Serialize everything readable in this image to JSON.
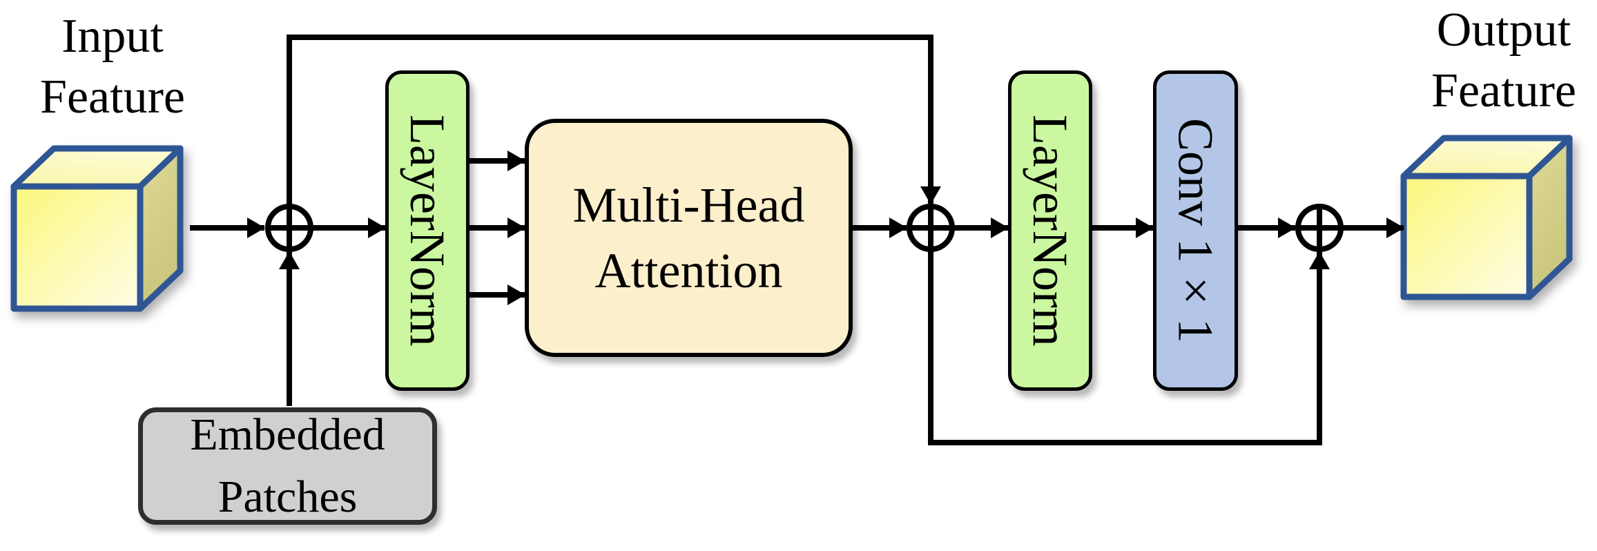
{
  "diagram": {
    "input_label": {
      "line1": "Input",
      "line2": "Feature"
    },
    "output_label": {
      "line1": "Output",
      "line2": "Feature"
    },
    "blocks": {
      "layernorm1": {
        "label": "LayerNorm"
      },
      "mha": {
        "line1": "Multi-Head",
        "line2": "Attention"
      },
      "layernorm2": {
        "label": "LayerNorm"
      },
      "conv1x1": {
        "label": "Conv 1×1"
      },
      "embedded_patches": {
        "line1": "Embedded",
        "line2": "Patches"
      }
    },
    "add_operator_symbol": "⊕",
    "colors": {
      "layernorm_fill": "#CAF7A0",
      "mha_fill": "#FCEFCB",
      "conv_fill": "#B3C6E7",
      "embedded_fill": "#D1D0CE",
      "embedded_border": "#2E2E2E",
      "box_border": "#000000",
      "connector": "#000000",
      "cube_border": "#2F5694",
      "cube_front_from": "#FBF77C",
      "cube_front_to": "#FEFDE6",
      "cube_top_from": "#F8F6A8",
      "cube_top_to": "#FDFBD2",
      "cube_side_from": "#DFDB97",
      "cube_side_to": "#C9C57C",
      "text": "#000000",
      "background": "#FFFFFF"
    }
  }
}
